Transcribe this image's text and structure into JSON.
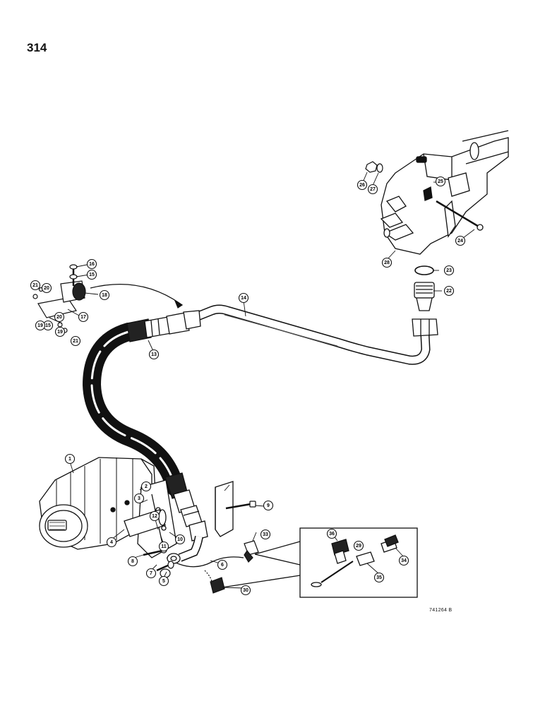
{
  "page_number": "314",
  "drawing_code": "741264 B",
  "callout_labels": [
    "1",
    "2",
    "3",
    "4",
    "5",
    "6",
    "7",
    "8",
    "9",
    "10",
    "11",
    "12",
    "13",
    "14",
    "15",
    "16",
    "17",
    "18",
    "19",
    "20",
    "21",
    "22",
    "23",
    "24",
    "25",
    "26",
    "27",
    "28",
    "29",
    "30",
    "33",
    "34",
    "35",
    "36",
    "15",
    "19",
    "20",
    "21",
    "21",
    "29",
    "6",
    "16",
    "8",
    "9"
  ]
}
